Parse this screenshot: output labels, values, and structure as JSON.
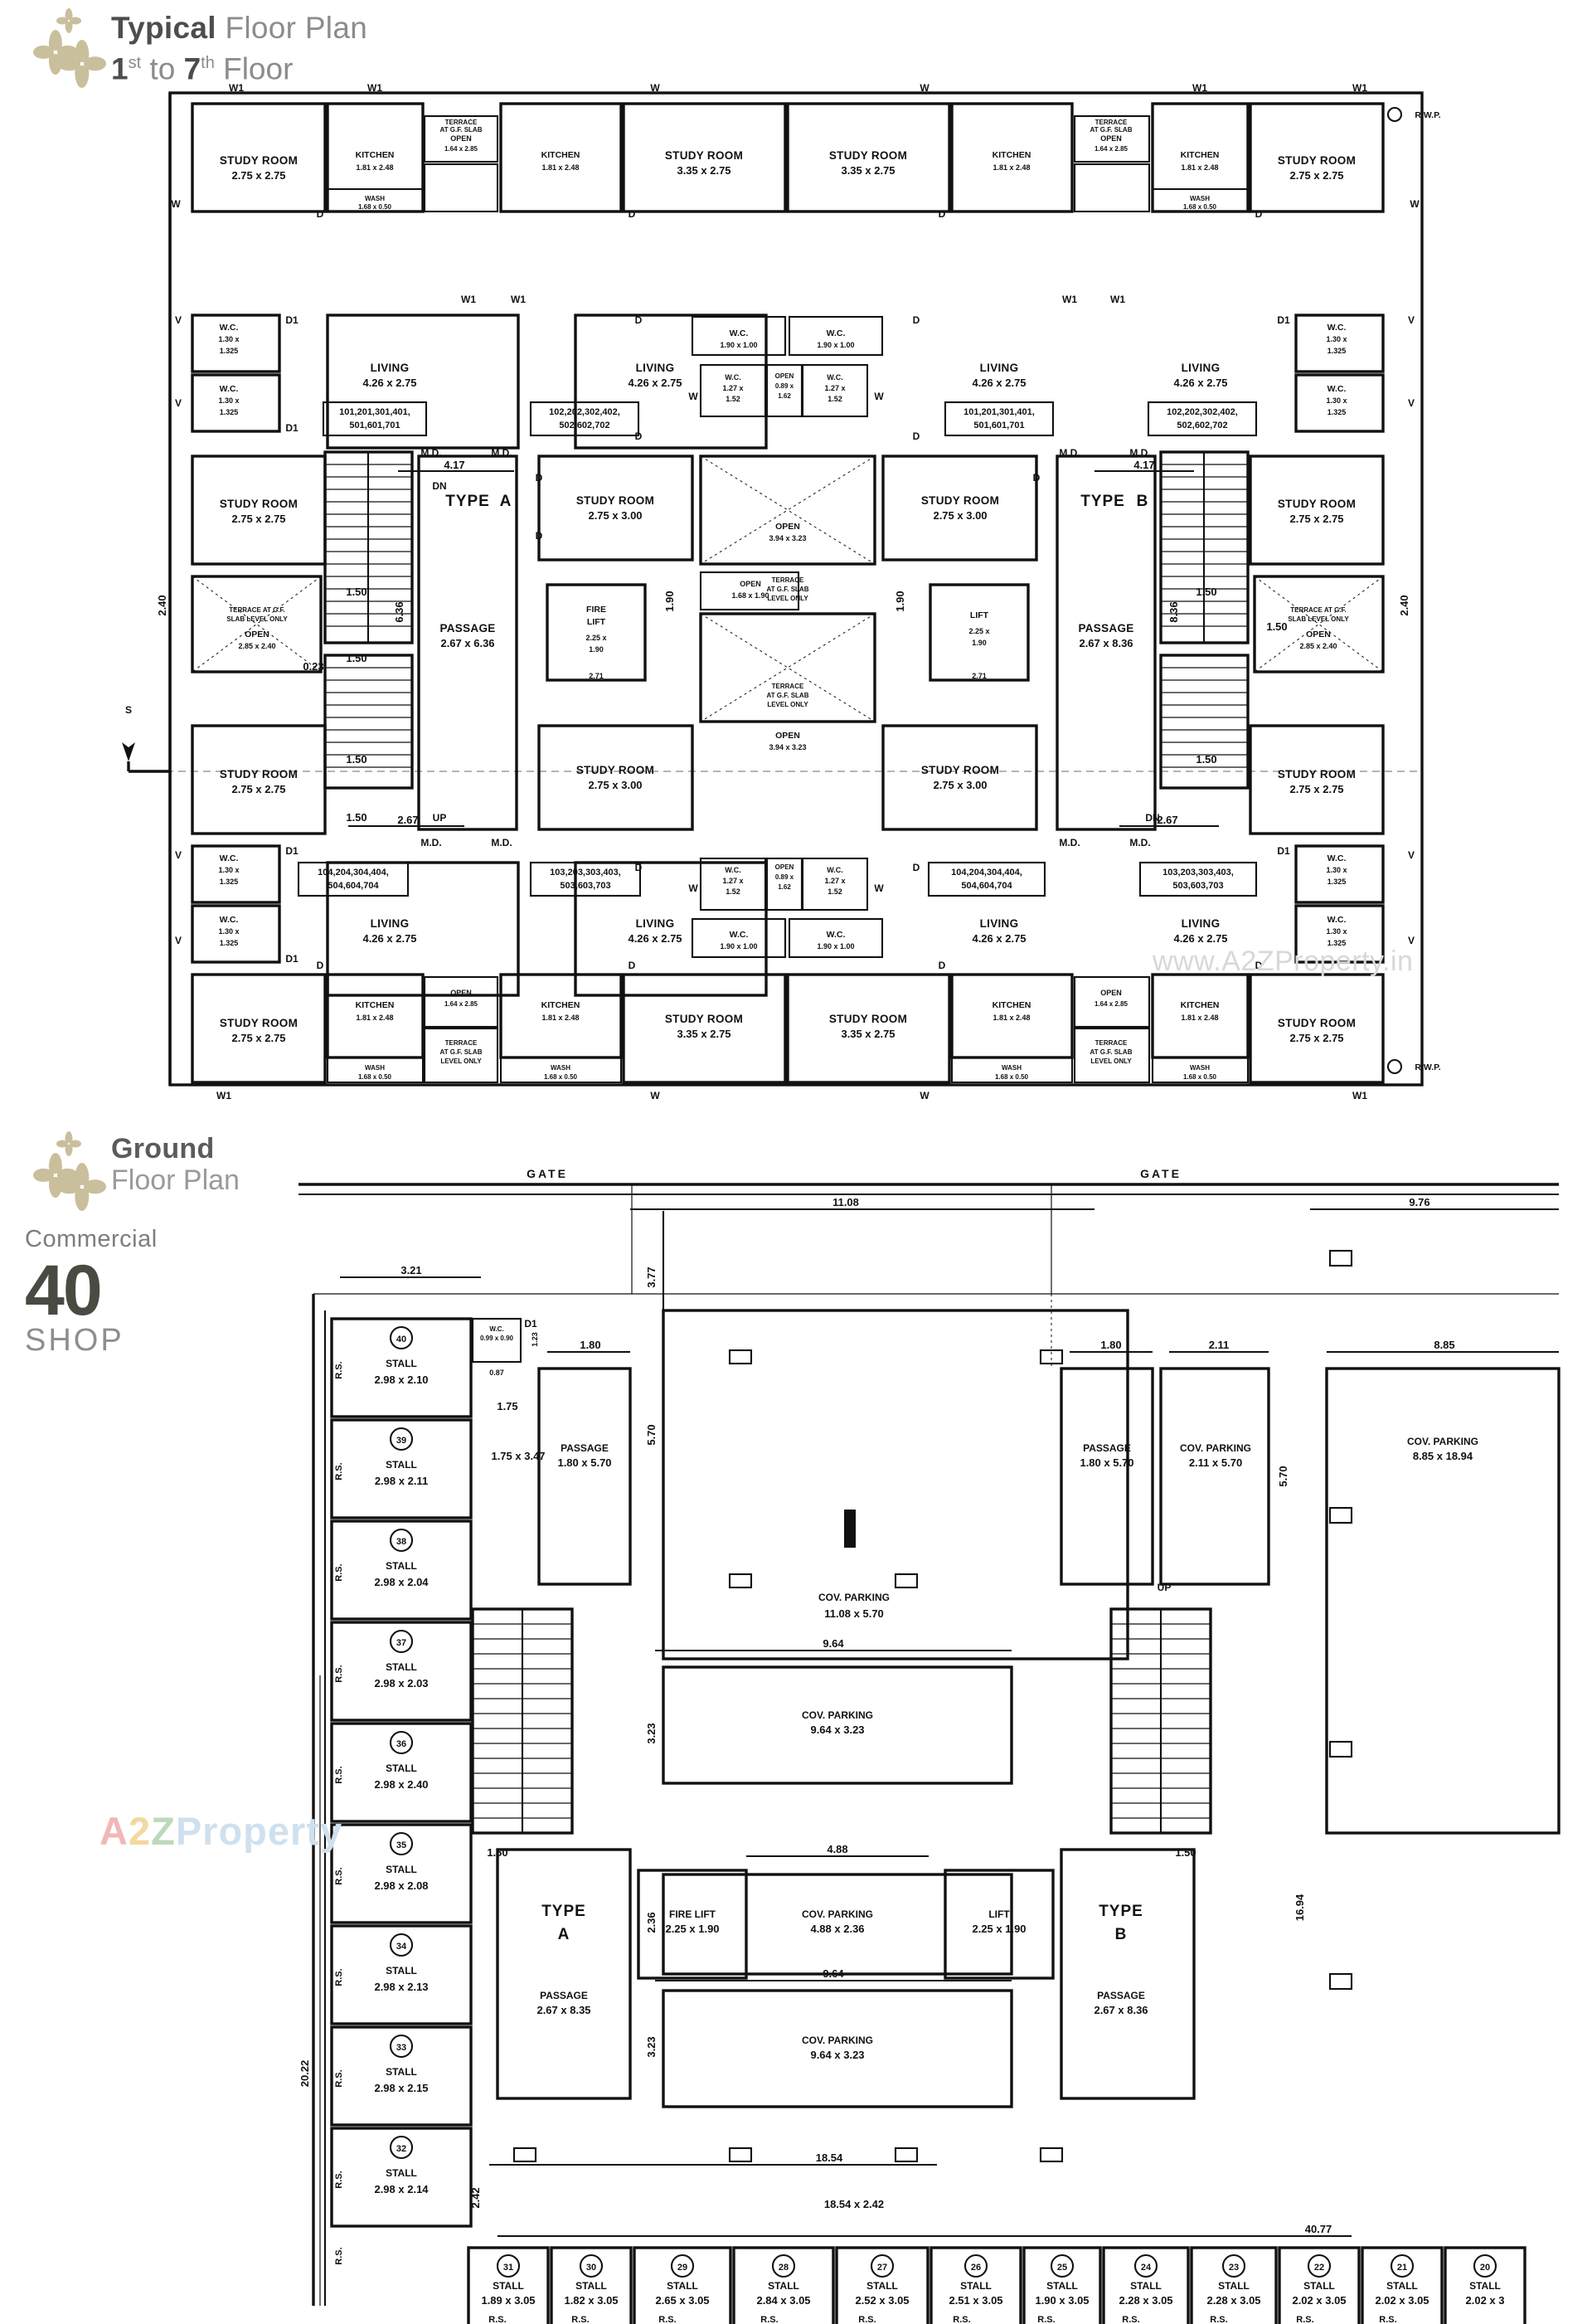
{
  "headers": {
    "typical": {
      "line1_bold": "Typical",
      "line1_rest": " Floor Plan",
      "line2": "1st to 7th Floor",
      "l2_a": "1",
      "l2_sup1": "st",
      "l2_mid": " to ",
      "l2_b": "7",
      "l2_sup2": "th",
      "l2_end": " Floor"
    },
    "ground": {
      "line1": "Ground",
      "line2": "Floor Plan"
    }
  },
  "commercial": {
    "label": "Commercial",
    "count": "40",
    "unit": "SHOP"
  },
  "watermarks": {
    "top": "www.A2ZProperty.in",
    "bottom_a": "A",
    "bottom_2": "2",
    "bottom_z": "Z",
    "bottom_rest": "Property"
  },
  "typical_plan": {
    "compass": "S",
    "types": [
      {
        "name_line1": "TYPE",
        "name_line2": "A",
        "passage": "PASSAGE",
        "passage_dim": "2.67 x 6.36"
      },
      {
        "name_line1": "TYPE",
        "name_line2": "B",
        "passage": "PASSAGE",
        "passage_dim": "2.67 x 8.36"
      }
    ],
    "rooms": {
      "study_275_275": {
        "name": "STUDY ROOM",
        "dim": "2.75 x 2.75"
      },
      "study_335_275": {
        "name": "STUDY ROOM",
        "dim": "3.35 x 2.75"
      },
      "study_275_300": {
        "name": "STUDY ROOM",
        "dim": "2.75 x 3.00"
      },
      "kitchen": {
        "name": "KITCHEN",
        "dim": "1.81 x 2.48"
      },
      "living": {
        "name": "LIVING",
        "dim": "4.26 x 2.75"
      },
      "wash": {
        "name": "WASH",
        "dim": "1.68 x 0.50"
      },
      "wc_small": {
        "name": "W.C.",
        "dim1": "1.30 x",
        "dim2": "1.325"
      },
      "wc_190": {
        "name": "W.C.",
        "dim": "1.90 x 1.00"
      },
      "wc_127": {
        "name": "W.C.",
        "dim1": "1.27 x",
        "dim2": "1.52"
      },
      "open_164": {
        "name": "OPEN",
        "dim": "1.64 x 2.85"
      },
      "open_394": {
        "name": "OPEN",
        "dim": "3.94 x 3.23"
      },
      "open_168": {
        "name": "OPEN",
        "dim1": "1.68 x",
        "dim2": "1.90"
      },
      "open_089": {
        "name": "OPEN",
        "dim1": "0.89 x",
        "dim2": "1.62"
      },
      "open_285": {
        "name": "OPEN",
        "dim": "2.85 x 2.40"
      },
      "lift": {
        "name": "LIFT",
        "dim1": "2.25 x",
        "dim2": "1.90"
      },
      "fire_lift": {
        "name": "FIRE",
        "name2": "LIFT",
        "dim1": "2.25 x",
        "dim2": "1.90"
      },
      "terrace_gf": {
        "l1": "TERRACE",
        "l2": "AT G.F. SLAB",
        "l3": "LEVEL ONLY"
      },
      "terrace_gf2": {
        "l1": "TERRACE AT G.F.",
        "l2": "SLAB LEVEL ONLY"
      }
    },
    "unit_numbers": [
      "101,201,301,401,\n501,601,701",
      "102,202,302,402,\n502,602,702",
      "103,203,303,403,\n503,603,703",
      "104,204,304,404,\n504,604,704"
    ],
    "markers": {
      "W": "W",
      "W1": "W1",
      "D": "D",
      "D1": "D1",
      "V": "V",
      "MD": "M.D.",
      "UP": "UP",
      "DN": "DN",
      "RWP": "R.W.P."
    },
    "dims": {
      "d417": "4.17",
      "d267": "2.67",
      "d150": "1.50",
      "d240": "2.40",
      "d023": "0.23",
      "d271": "2.71",
      "d636": "6.36",
      "d836": "8.36",
      "d190": "1.90",
      "d100": "1.00"
    }
  },
  "ground_plan": {
    "gates": [
      "GATE",
      "GATE"
    ],
    "labels": {
      "passage": "PASSAGE",
      "cov_parking": "COV. PARKING",
      "lift": "LIFT",
      "fire_lift": "FIRE LIFT",
      "stall": "STALL",
      "rs": "R.S.",
      "up": "UP",
      "type": "TYPE",
      "wc": "W.C."
    },
    "type_a": {
      "t1": "TYPE",
      "t2": "A",
      "passage": "PASSAGE",
      "dim": "2.67 x 8.35"
    },
    "type_b": {
      "t1": "TYPE",
      "t2": "B",
      "passage": "PASSAGE",
      "dim": "2.67 x 8.36"
    },
    "parking": [
      {
        "name": "COV. PARKING",
        "dim": "11.08 x 5.70"
      },
      {
        "name": "COV. PARKING",
        "dim": "9.64 x 3.23"
      },
      {
        "name": "COV. PARKING",
        "dim": "4.88 x 2.36"
      },
      {
        "name": "COV. PARKING",
        "dim": "9.64 x 3.23"
      },
      {
        "name": "COV. PARKING",
        "dim": "2.11 x 5.70"
      },
      {
        "name": "COV. PARKING",
        "dim": "8.85 x 18.94"
      }
    ],
    "passages": [
      {
        "name": "PASSAGE",
        "dim": "1.80 x 5.70"
      },
      {
        "name": "PASSAGE",
        "dim": "1.80 x 5.70"
      }
    ],
    "core": {
      "fire_lift": "FIRE LIFT",
      "fire_dim": "2.25 x 1.90",
      "lift": "LIFT",
      "lift_dim": "2.25 x 1.90"
    },
    "left_stalls": [
      {
        "no": "40",
        "name": "STALL",
        "dim": "2.98 x 2.10"
      },
      {
        "no": "39",
        "name": "STALL",
        "dim": "2.98 x 2.11"
      },
      {
        "no": "38",
        "name": "STALL",
        "dim": "2.98 x 2.04"
      },
      {
        "no": "37",
        "name": "STALL",
        "dim": "2.98 x 2.03"
      },
      {
        "no": "36",
        "name": "STALL",
        "dim": "2.98 x 2.40"
      },
      {
        "no": "35",
        "name": "STALL",
        "dim": "2.98 x 2.08"
      },
      {
        "no": "34",
        "name": "STALL",
        "dim": "2.98 x 2.13"
      },
      {
        "no": "33",
        "name": "STALL",
        "dim": "2.98 x 2.15"
      },
      {
        "no": "32",
        "name": "STALL",
        "dim": "2.98 x 2.14"
      }
    ],
    "bottom_stalls": [
      {
        "no": "31",
        "name": "STALL",
        "dim": "1.89 x 3.05"
      },
      {
        "no": "30",
        "name": "STALL",
        "dim": "1.82 x 3.05"
      },
      {
        "no": "29",
        "name": "STALL",
        "dim": "2.65 x 3.05"
      },
      {
        "no": "28",
        "name": "STALL",
        "dim": "2.84 x 3.05"
      },
      {
        "no": "27",
        "name": "STALL",
        "dim": "2.52 x 3.05"
      },
      {
        "no": "26",
        "name": "STALL",
        "dim": "2.51 x 3.05"
      },
      {
        "no": "25",
        "name": "STALL",
        "dim": "1.90 x 3.05"
      },
      {
        "no": "24",
        "name": "STALL",
        "dim": "2.28 x 3.05"
      },
      {
        "no": "23",
        "name": "STALL",
        "dim": "2.28 x 3.05"
      },
      {
        "no": "22",
        "name": "STALL",
        "dim": "2.02 x 3.05"
      },
      {
        "no": "21",
        "name": "STALL",
        "dim": "2.02 x 3.05"
      },
      {
        "no": "20",
        "name": "STALL",
        "dim": "2.02 x 3"
      }
    ],
    "dims": [
      "11.08",
      "9.76",
      "3.77",
      "3.21",
      "1.80",
      "11.08",
      "1.80",
      "2.11",
      "8.85",
      "1.75",
      "1.75 x 3.47",
      "5.70",
      "5.70",
      "5.70",
      "0.87",
      "9.64",
      "3.23",
      "4.88",
      "16.94",
      "9.64",
      "3.23",
      "1.50",
      "1.50",
      "18.54",
      "18.54 x 2.42",
      "2.42",
      "40.77",
      "20.22",
      "2.36",
      "1.23"
    ],
    "small_room": {
      "name": "W.C.",
      "dim": "0.99 x 0.90"
    }
  }
}
